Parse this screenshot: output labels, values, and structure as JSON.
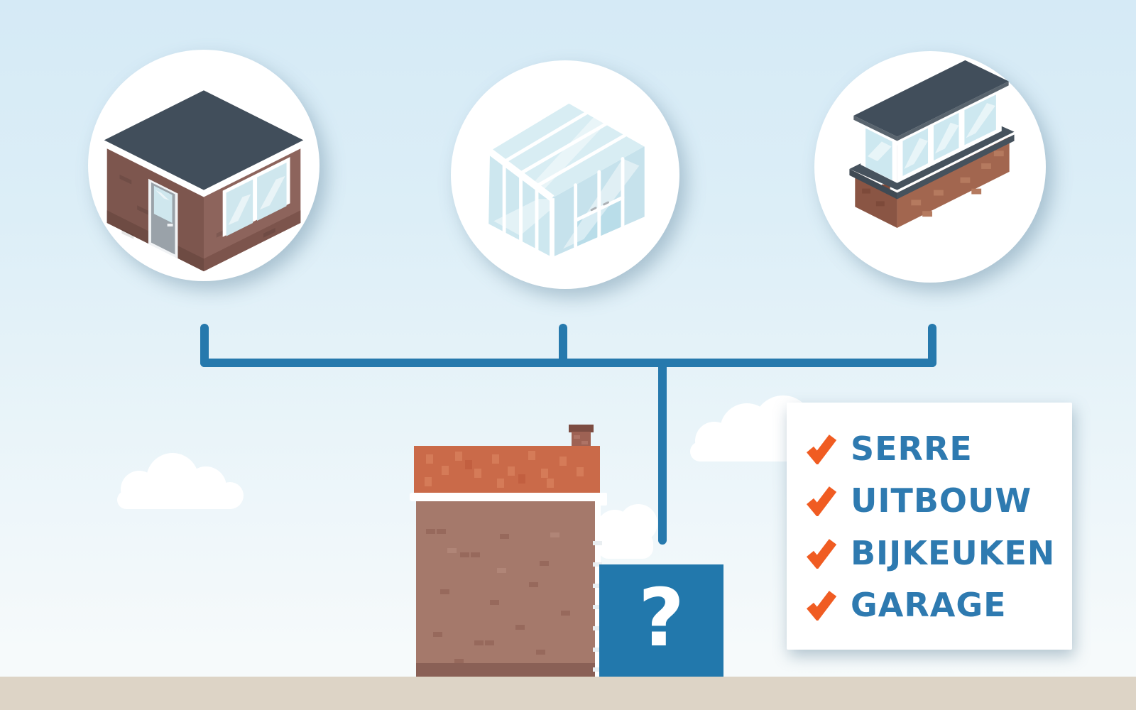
{
  "illustration": {
    "type": "home-extension-options-infographic",
    "question_block": {
      "symbol": "?"
    },
    "nodes": [
      {
        "icon": "brick-garage-icon"
      },
      {
        "icon": "glass-conservatory-icon"
      },
      {
        "icon": "brick-window-extension-icon"
      }
    ],
    "checklist": {
      "items": [
        {
          "icon": "check-icon",
          "label": "SERRE"
        },
        {
          "icon": "check-icon",
          "label": "UITBOUW"
        },
        {
          "icon": "check-icon",
          "label": "BIJKEUKEN"
        },
        {
          "icon": "check-icon",
          "label": "GARAGE"
        }
      ]
    },
    "colors": {
      "accent_blue": "#2679ad",
      "question_block_blue": "#2278ac",
      "text_blue": "#2e7ab0",
      "check_orange": "#f05c22",
      "sky_top": "#d5eaf6",
      "sky_bottom": "#f7fbfb",
      "ground": "#ddd4c6",
      "dark_roof": "#414e5b",
      "house_roof": "#ca6a49",
      "house_wall": "#a5796b"
    }
  }
}
